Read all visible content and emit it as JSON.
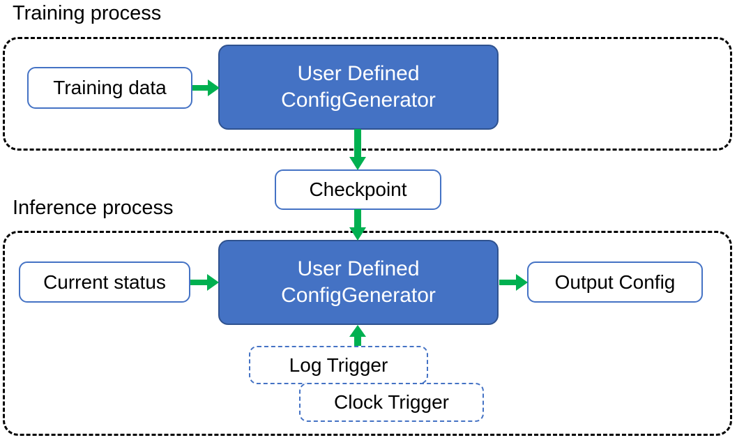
{
  "diagram": {
    "title_training": "Training process",
    "title_inference": "Inference process",
    "colors": {
      "process_fill": "#4472C4",
      "process_border": "#2F528F",
      "box_border": "#4472C4",
      "arrow": "#00B050",
      "container_border": "#000000",
      "text_on_fill": "#FFFFFF",
      "text": "#000000",
      "background": "#FFFFFF"
    },
    "training_process": {
      "label": "Training process",
      "input_box": "Training data",
      "process_box": {
        "line1": "User Defined",
        "line2": "ConfigGenerator"
      }
    },
    "checkpoint": {
      "label": "Checkpoint"
    },
    "inference_process": {
      "label": "Inference process",
      "input_box": "Current status",
      "process_box": {
        "line1": "User Defined",
        "line2": "ConfigGenerator"
      },
      "output_box": "Output Config",
      "triggers": [
        {
          "label": "Log Trigger"
        },
        {
          "label": "Clock Trigger"
        }
      ]
    },
    "arrows": [
      {
        "name": "training-data-to-process",
        "direction": "right"
      },
      {
        "name": "process-to-checkpoint",
        "direction": "down"
      },
      {
        "name": "checkpoint-to-process",
        "direction": "down"
      },
      {
        "name": "current-status-to-process",
        "direction": "right"
      },
      {
        "name": "process-to-output-config",
        "direction": "right"
      },
      {
        "name": "triggers-to-process",
        "direction": "up"
      }
    ]
  }
}
